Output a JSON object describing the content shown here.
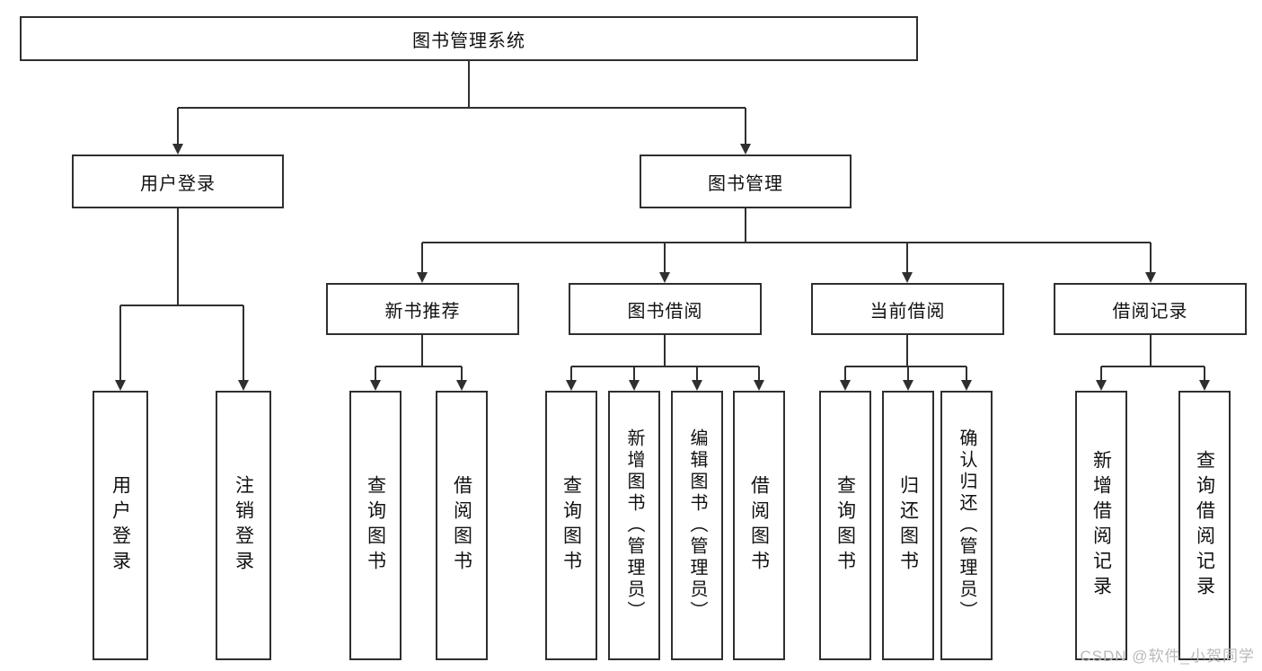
{
  "diagram": {
    "root": {
      "label": "图书管理系统"
    },
    "branches": [
      {
        "label": "用户登录",
        "leaves": [
          {
            "label": "用户登录"
          },
          {
            "label": "注销登录"
          }
        ]
      },
      {
        "label": "图书管理",
        "groups": [
          {
            "label": "新书推荐",
            "leaves": [
              {
                "label": "查询图书"
              },
              {
                "label": "借阅图书"
              }
            ]
          },
          {
            "label": "图书借阅",
            "leaves": [
              {
                "label": "查询图书"
              },
              {
                "label": "新增图书（管理员）"
              },
              {
                "label": "编辑图书（管理员）"
              },
              {
                "label": "借阅图书"
              }
            ]
          },
          {
            "label": "当前借阅",
            "leaves": [
              {
                "label": "查询图书"
              },
              {
                "label": "归还图书"
              },
              {
                "label": "确认归还（管理员）"
              }
            ]
          },
          {
            "label": "借阅记录",
            "leaves": [
              {
                "label": "新增借阅记录"
              },
              {
                "label": "查询借阅记录"
              }
            ]
          }
        ]
      }
    ]
  },
  "watermark": "CSDN @软件_小贺同学"
}
